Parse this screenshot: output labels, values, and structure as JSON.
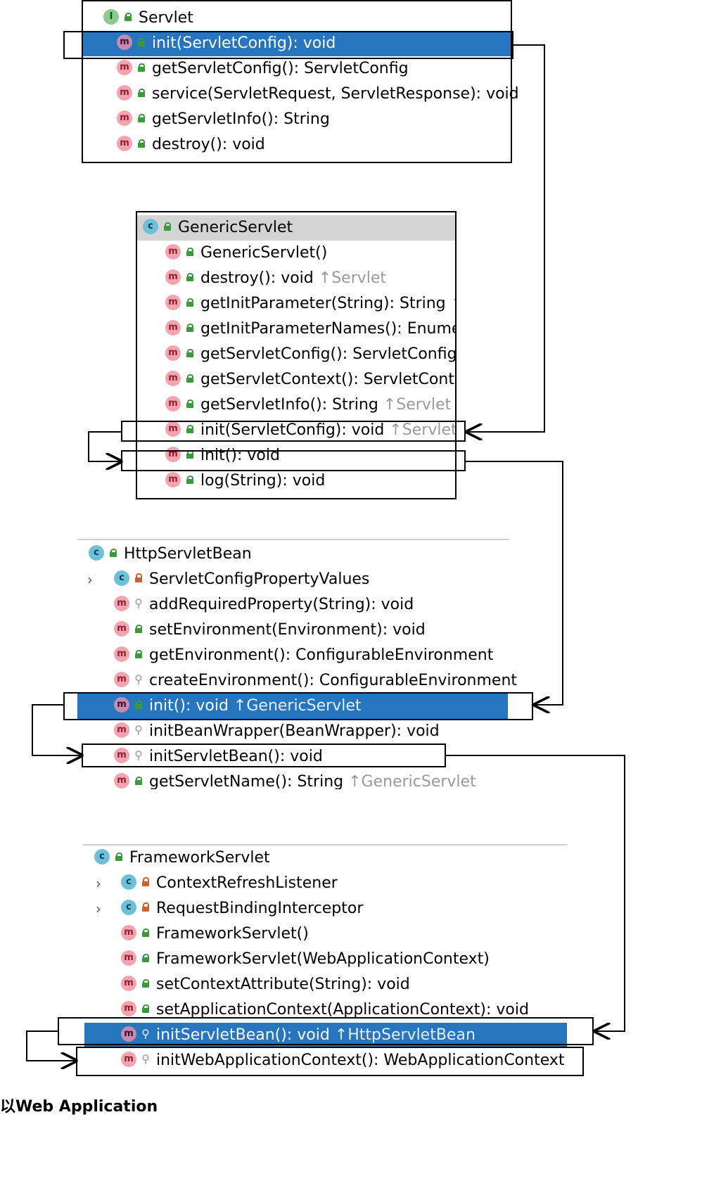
{
  "servlet": {
    "header": {
      "badge": "I",
      "name": "Servlet"
    },
    "methods": [
      {
        "badge": "m",
        "name": "init(ServletConfig): void",
        "selected": true
      },
      {
        "badge": "m",
        "name": "getServletConfig(): ServletConfig"
      },
      {
        "badge": "m",
        "name": "service(ServletRequest, ServletResponse): void"
      },
      {
        "badge": "m",
        "name": "getServletInfo(): String"
      },
      {
        "badge": "m",
        "name": "destroy(): void"
      }
    ]
  },
  "generic": {
    "header": {
      "badge": "c",
      "name": "GenericServlet"
    },
    "methods": [
      {
        "badge": "m",
        "name": "GenericServlet()",
        "inherit": ""
      },
      {
        "badge": "m",
        "name": "destroy(): void",
        "inherit": "↑Servlet"
      },
      {
        "badge": "m",
        "name": "getInitParameter(String): String",
        "inherit": "↑S"
      },
      {
        "badge": "m",
        "name": "getInitParameterNames(): Enumer",
        "inherit": ""
      },
      {
        "badge": "m",
        "name": "getServletConfig(): ServletConfig",
        "inherit": "↑"
      },
      {
        "badge": "m",
        "name": "getServletContext(): ServletContex",
        "inherit": ""
      },
      {
        "badge": "m",
        "name": "getServletInfo(): String",
        "inherit": "↑Servlet"
      },
      {
        "badge": "m",
        "name": "init(ServletConfig): void",
        "inherit": "↑Servlet"
      },
      {
        "badge": "m",
        "name": "init(): void",
        "inherit": ""
      },
      {
        "badge": "m",
        "name": "log(String): void",
        "inherit": ""
      }
    ]
  },
  "httpbean": {
    "header": {
      "badge": "c",
      "name": "HttpServletBean"
    },
    "items": [
      {
        "badge": "c",
        "name": "ServletConfigPropertyValues",
        "inherit": ""
      },
      {
        "badge": "m",
        "name": "addRequiredProperty(String): void",
        "inherit": ""
      },
      {
        "badge": "m",
        "name": "setEnvironment(Environment): void",
        "inherit": ""
      },
      {
        "badge": "m",
        "name": "getEnvironment(): ConfigurableEnvironment",
        "inherit": ""
      },
      {
        "badge": "m",
        "name": "createEnvironment(): ConfigurableEnvironment",
        "inherit": ""
      },
      {
        "badge": "m",
        "name": "init(): void",
        "inherit": "↑GenericServlet",
        "selected": true
      },
      {
        "badge": "m",
        "name": "initBeanWrapper(BeanWrapper): void",
        "inherit": ""
      },
      {
        "badge": "m",
        "name": "initServletBean(): void",
        "inherit": ""
      },
      {
        "badge": "m",
        "name": "getServletName(): String",
        "inherit": "↑GenericServlet"
      }
    ]
  },
  "framework": {
    "header": {
      "badge": "c",
      "name": "FrameworkServlet"
    },
    "items": [
      {
        "badge": "c",
        "name": "ContextRefreshListener",
        "inherit": ""
      },
      {
        "badge": "c",
        "name": "RequestBindingInterceptor",
        "inherit": ""
      },
      {
        "badge": "m",
        "name": "FrameworkServlet()",
        "inherit": ""
      },
      {
        "badge": "m",
        "name": "FrameworkServlet(WebApplicationContext)",
        "inherit": ""
      },
      {
        "badge": "m",
        "name": "setContextAttribute(String): void",
        "inherit": ""
      },
      {
        "badge": "m",
        "name": "setApplicationContext(ApplicationContext): void",
        "inherit": ""
      },
      {
        "badge": "m",
        "name": "initServletBean(): void",
        "inherit": "↑HttpServletBean",
        "selected": true
      },
      {
        "badge": "m",
        "name": "initWebApplicationContext(): WebApplicationContext",
        "inherit": ""
      }
    ]
  },
  "footer_fragment": "以Web Application"
}
